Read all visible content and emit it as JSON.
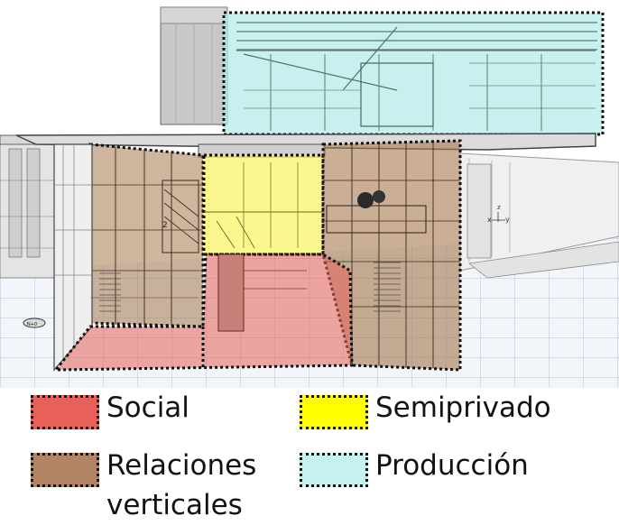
{
  "legend": {
    "items": [
      {
        "id": "social",
        "label": "Social",
        "color": "#e8605a"
      },
      {
        "id": "semiprivado",
        "label": "Semiprivado",
        "color": "#ffff00"
      },
      {
        "id": "relaciones",
        "label": "Relaciones\nverticales",
        "color": "#b08464"
      },
      {
        "id": "produccion",
        "label": "Producción",
        "color": "#c6f1ee"
      }
    ]
  },
  "zones": {
    "social_fill": "#e8605a",
    "semiprivado_fill": "#f7f45c",
    "relaciones_fill": "#a6784f",
    "produccion_fill": "#b4ebe8"
  },
  "axis_labels": {
    "x": "x",
    "y": "y",
    "z": "z"
  },
  "level_label": "2",
  "stamp": "N+0"
}
